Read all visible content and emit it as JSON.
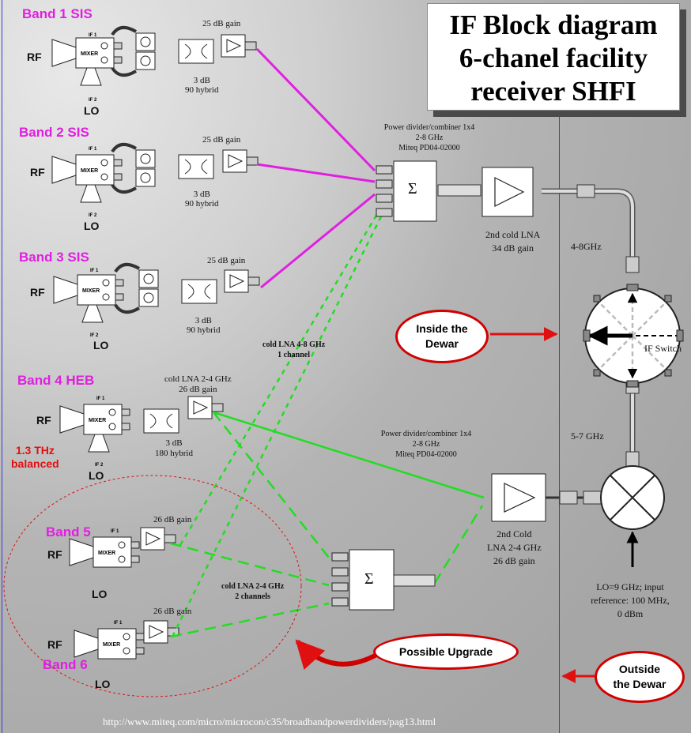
{
  "title": {
    "line1": "IF Block diagram",
    "line2": "6-chanel facility",
    "line3": "receiver  SHFI"
  },
  "bands": [
    {
      "name": "Band 1 SIS",
      "rf": "RF",
      "lo": "LO",
      "if1": "IF 1",
      "if2": "IF 2",
      "mixer": "MIXER",
      "amp": "25 dB gain",
      "hybrid1": "3 dB",
      "hybrid2": "90 hybrid"
    },
    {
      "name": "Band 2 SIS",
      "rf": "RF",
      "lo": "LO",
      "if1": "IF 1",
      "if2": "IF 2",
      "mixer": "MIXER",
      "amp": "25 dB gain",
      "hybrid1": "3 dB",
      "hybrid2": "90 hybrid"
    },
    {
      "name": "Band 3 SIS",
      "rf": "RF",
      "lo": "LO",
      "if1": "IF 1",
      "if2": "IF 2",
      "mixer": "MIXER",
      "amp": "25 dB gain",
      "hybrid1": "3 dB",
      "hybrid2": "90 hybrid"
    },
    {
      "name": "Band 4 HEB",
      "rf": "RF",
      "lo": "LO",
      "if1": "IF 1",
      "if2": "IF 2",
      "mixer": "MIXER",
      "amp1": "cold LNA 2-4 GHz",
      "amp2": "26 dB gain",
      "hybrid1": "3 dB",
      "hybrid2": "180  hybrid",
      "note1": "1.3 THz",
      "note2": "balanced"
    },
    {
      "name": "Band 5",
      "rf": "RF",
      "lo": "LO",
      "if1": "IF 1",
      "mixer": "MIXER",
      "amp": "26 dB gain"
    },
    {
      "name": "Band 6",
      "rf": "RF",
      "lo": "LO",
      "if1": "IF 1",
      "mixer": "MIXER",
      "amp": "26 dB gain"
    }
  ],
  "sigma": "Σ",
  "divider_top": {
    "line1": "Power divider/combiner 1x4",
    "line2": "2-8 GHz",
    "line3": "Miteq PD04-02000"
  },
  "divider_mid": {
    "line1": "Power divider/combiner 1x4",
    "line2": "2-8 GHz",
    "line3": "Miteq PD04-02000"
  },
  "lna_top": {
    "line1": "2nd cold LNA",
    "line2": "34 dB gain"
  },
  "lna_mid": {
    "line1": "2nd Cold",
    "line2": "LNA 2-4 GHz",
    "line3": "26 dB gain"
  },
  "cold_lna_48": {
    "line1": "cold LNA 4-8 GHz",
    "line2": "1 channel"
  },
  "cold_lna_24": {
    "line1": "cold LNA 2-4 GHz",
    "line2": "2 channels"
  },
  "band_48": "4-8GHz",
  "band_57": "5-7 GHz",
  "if_switch": "IF Switch",
  "lo_note": {
    "line1": "LO=9 GHz; input",
    "line2": "reference: 100 MHz,",
    "line3": "0 dBm"
  },
  "inside": {
    "line1": "Inside the",
    "line2": "Dewar"
  },
  "outside": {
    "line1": "Outside",
    "line2": "the Dewar"
  },
  "upgrade": "Possible Upgrade",
  "url": "http://www.miteq.com/micro/microcon/c35/broadbandpowerdividers/pag13.html",
  "colors": {
    "magenta": "#e020e0",
    "green": "#22dd22",
    "red": "#e01010",
    "blue": "#3b3bd8"
  }
}
